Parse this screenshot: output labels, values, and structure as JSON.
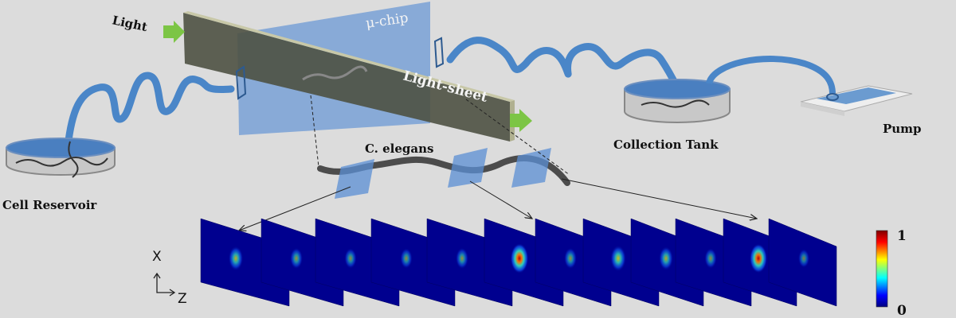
{
  "labels": {
    "light": "Light",
    "chip": "μ-chip",
    "light_sheet": "Light-sheet",
    "organism": "C. elegans",
    "reservoir": "Cell Reservoir",
    "collection": "Collection Tank",
    "pump": "Pump"
  },
  "axes": {
    "x": "X",
    "z": "Z"
  },
  "colorbar": {
    "max": "1",
    "min": "0"
  },
  "slices": {
    "peak_intensity": [
      0.55,
      0.35,
      0.3,
      0.3,
      0.35,
      0.9,
      0.35,
      0.65,
      0.5,
      0.3,
      0.85,
      0.2
    ]
  },
  "colors": {
    "tube": "#4a86c8",
    "chip": "#5b8fd4",
    "sheet": "#5a5a48",
    "arrow": "#7cc545",
    "slice_bg": "#00008f"
  }
}
